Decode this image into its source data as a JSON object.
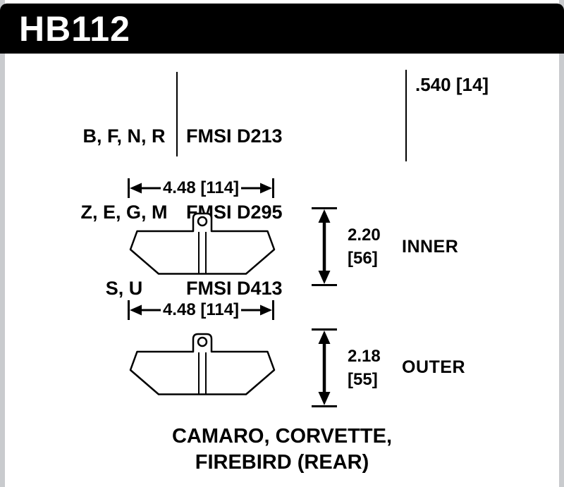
{
  "header": {
    "part_number": "HB112",
    "bar_color": "#000000",
    "text_color": "#ffffff"
  },
  "spec": {
    "compounds": [
      "B, F, N, R",
      "Z, E, G, M",
      "S, U"
    ],
    "fmsi": [
      "FMSI D213",
      "FMSI D295",
      "FMSI D413"
    ],
    "pad_thickness": ".540 [14]"
  },
  "inner": {
    "width_dim": "4.48 [114]",
    "height_in": "2.20",
    "height_mm": "[56]",
    "label": "INNER"
  },
  "outer": {
    "width_dim": "4.48 [114]",
    "height_in": "2.18",
    "height_mm": "[55]",
    "label": "OUTER"
  },
  "application": [
    "CAMARO, CORVETTE,",
    "FIREBIRD (REAR)"
  ],
  "colors": {
    "edge_border": "#c9cbce",
    "line": "#000000",
    "background": "#ffffff"
  }
}
